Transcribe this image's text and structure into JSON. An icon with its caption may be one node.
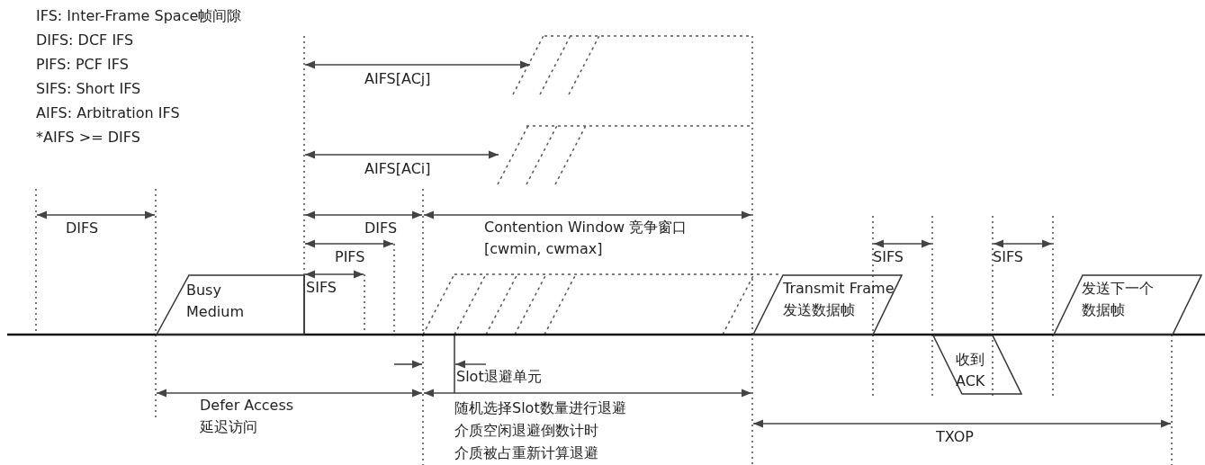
{
  "diagram": {
    "nodes": [
      {
        "text": [
          "Busy Medium"
        ]
      },
      {
        "text": [
          "Transmit Frame",
          "发送数据帧"
        ]
      },
      {
        "text": [
          "收到ACK"
        ]
      },
      {
        "text": [
          "发送下一个数据帧"
        ]
      }
    ],
    "labels": [
      "IFS: Inter-Frame Space帧间隙",
      "DIFS: DCF IFS",
      "PIFS: PCF IFS",
      "SIFS: Short IFS",
      "AIFS: Arbitration IFS",
      "*AIFS >= DIFS",
      "AIFS[ACj]",
      "AIFS[ACi]",
      "DIFS",
      "DIFS",
      "Contention Window 竞争窗口[cwmin, cwmax]",
      "PIFS",
      "SIFS",
      "SIFS",
      "SIFS",
      "Slot退避单元",
      "Defer Access 延迟访问",
      "随机选择Slot数量进行退避",
      "介质空闲退避倒数计时",
      "介质被占重新计算退避",
      "TXOP"
    ]
  }
}
